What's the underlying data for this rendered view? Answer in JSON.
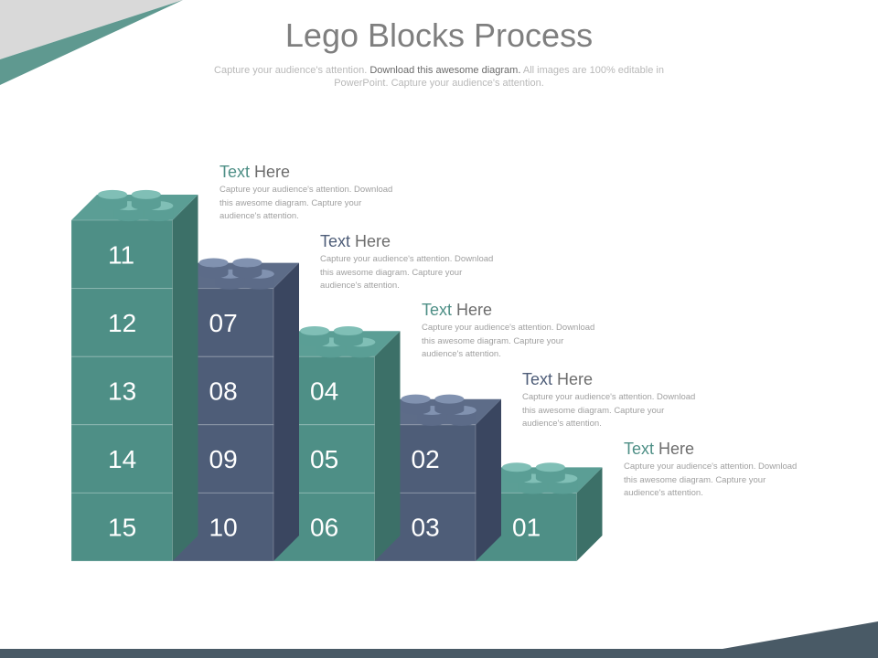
{
  "header": {
    "title": "Lego Blocks Process",
    "subtitle_start": "Capture your audience's attention. ",
    "subtitle_strong": "Download this awesome diagram.",
    "subtitle_end": " All images are 100% editable in PowerPoint. Capture your audience's attention."
  },
  "colors": {
    "teal": "#4e8f86",
    "teal_dark": "#3c7068",
    "slate": "#4e5d78",
    "slate_dark": "#3a4660",
    "footer": "#495a66"
  },
  "columns": [
    {
      "color": "teal",
      "blocks": [
        "11",
        "12",
        "13",
        "14",
        "15"
      ]
    },
    {
      "color": "slate",
      "blocks": [
        "07",
        "08",
        "09",
        "10"
      ]
    },
    {
      "color": "teal",
      "blocks": [
        "04",
        "05",
        "06"
      ]
    },
    {
      "color": "slate",
      "blocks": [
        "02",
        "03"
      ]
    },
    {
      "color": "teal",
      "blocks": [
        "01"
      ]
    }
  ],
  "notes": [
    {
      "heading_first": "Text",
      "heading_rest": " Here",
      "body": "Capture your audience's attention. Download this awesome diagram. Capture your audience's attention."
    },
    {
      "heading_first": "Text",
      "heading_rest": " Here",
      "body": "Capture your audience's attention. Download this awesome diagram. Capture your audience's attention."
    },
    {
      "heading_first": "Text",
      "heading_rest": " Here",
      "body": "Capture your audience's attention. Download this awesome diagram. Capture your audience's attention."
    },
    {
      "heading_first": "Text",
      "heading_rest": " Here",
      "body": "Capture your audience's attention. Download this awesome diagram. Capture your audience's attention."
    },
    {
      "heading_first": "Text",
      "heading_rest": " Here",
      "body": "Capture your audience's attention. Download this awesome diagram. Capture your audience's attention."
    }
  ]
}
